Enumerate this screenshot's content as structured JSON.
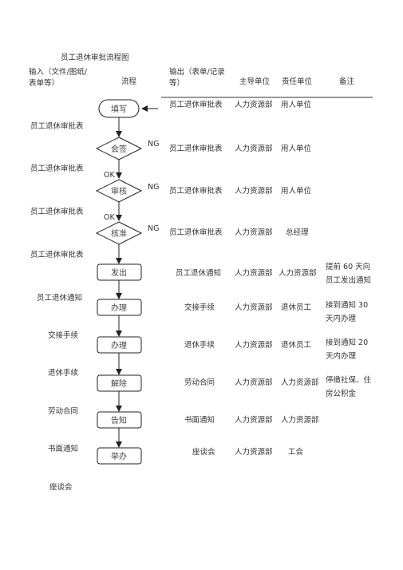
{
  "title": "员工退休审批流程图",
  "headers": {
    "input": "输入（文件/图纸/表单等）",
    "process": "流程",
    "output": "输出（表单/记录等）",
    "lead": "主导单位",
    "resp": "责任单位",
    "note": "备注"
  },
  "inputs": [
    "员工退休审批表",
    "员工退休审批表",
    "员工退休审批表",
    "员工退休审批表",
    "员工退休通知",
    "交接手续",
    "退休手续",
    "劳动合同",
    "书面通知",
    "座谈会"
  ],
  "nodes": [
    "填写",
    "会签",
    "审核",
    "核准",
    "发出",
    "办理",
    "办理",
    "解除",
    "告知",
    "举办"
  ],
  "flow_labels": {
    "ng": "NG",
    "ok": "OK"
  },
  "rows": [
    {
      "output": "员工退休审批表",
      "lead": "人力资源部",
      "resp": "用人单位",
      "note": ""
    },
    {
      "output": "员工退休审批表",
      "lead": "人力资源部",
      "resp": "用人单位",
      "note": ""
    },
    {
      "output": "员工退休审批表",
      "lead": "人力资源部",
      "resp": "用人单位",
      "note": ""
    },
    {
      "output": "员工退休审批表",
      "lead": "人力资源部",
      "resp": "总经理",
      "note": ""
    },
    {
      "output": "员工退休通知",
      "lead": "人力资源部",
      "resp": "人力资源部",
      "note": "提前 60 天向员工发出通知"
    },
    {
      "output": "交接手续",
      "lead": "人力资源部",
      "resp": "退休员工",
      "note": "接到通知 30 天内办理"
    },
    {
      "output": "退休手续",
      "lead": "人力资源部",
      "resp": "退休员工",
      "note": "接到通知 20 天内办理"
    },
    {
      "output": "劳动合同",
      "lead": "人力资源部",
      "resp": "人力资源部",
      "note": "停缴社保、住房公积金"
    },
    {
      "output": "书面通知",
      "lead": "人力资源部",
      "resp": "人力资源部",
      "note": ""
    },
    {
      "output": "座谈会",
      "lead": "人力资源部",
      "resp": "工会",
      "note": ""
    }
  ]
}
